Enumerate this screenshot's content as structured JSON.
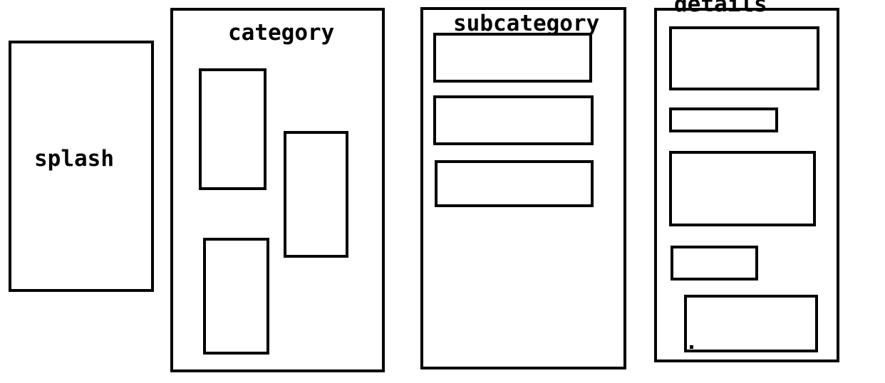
{
  "screens": {
    "splash": {
      "label": "splash"
    },
    "category": {
      "label": "category"
    },
    "subcategory": {
      "label": "subcategory"
    },
    "details": {
      "label": "details"
    }
  },
  "colors": {
    "stroke": "#000000",
    "background": "#ffffff"
  }
}
